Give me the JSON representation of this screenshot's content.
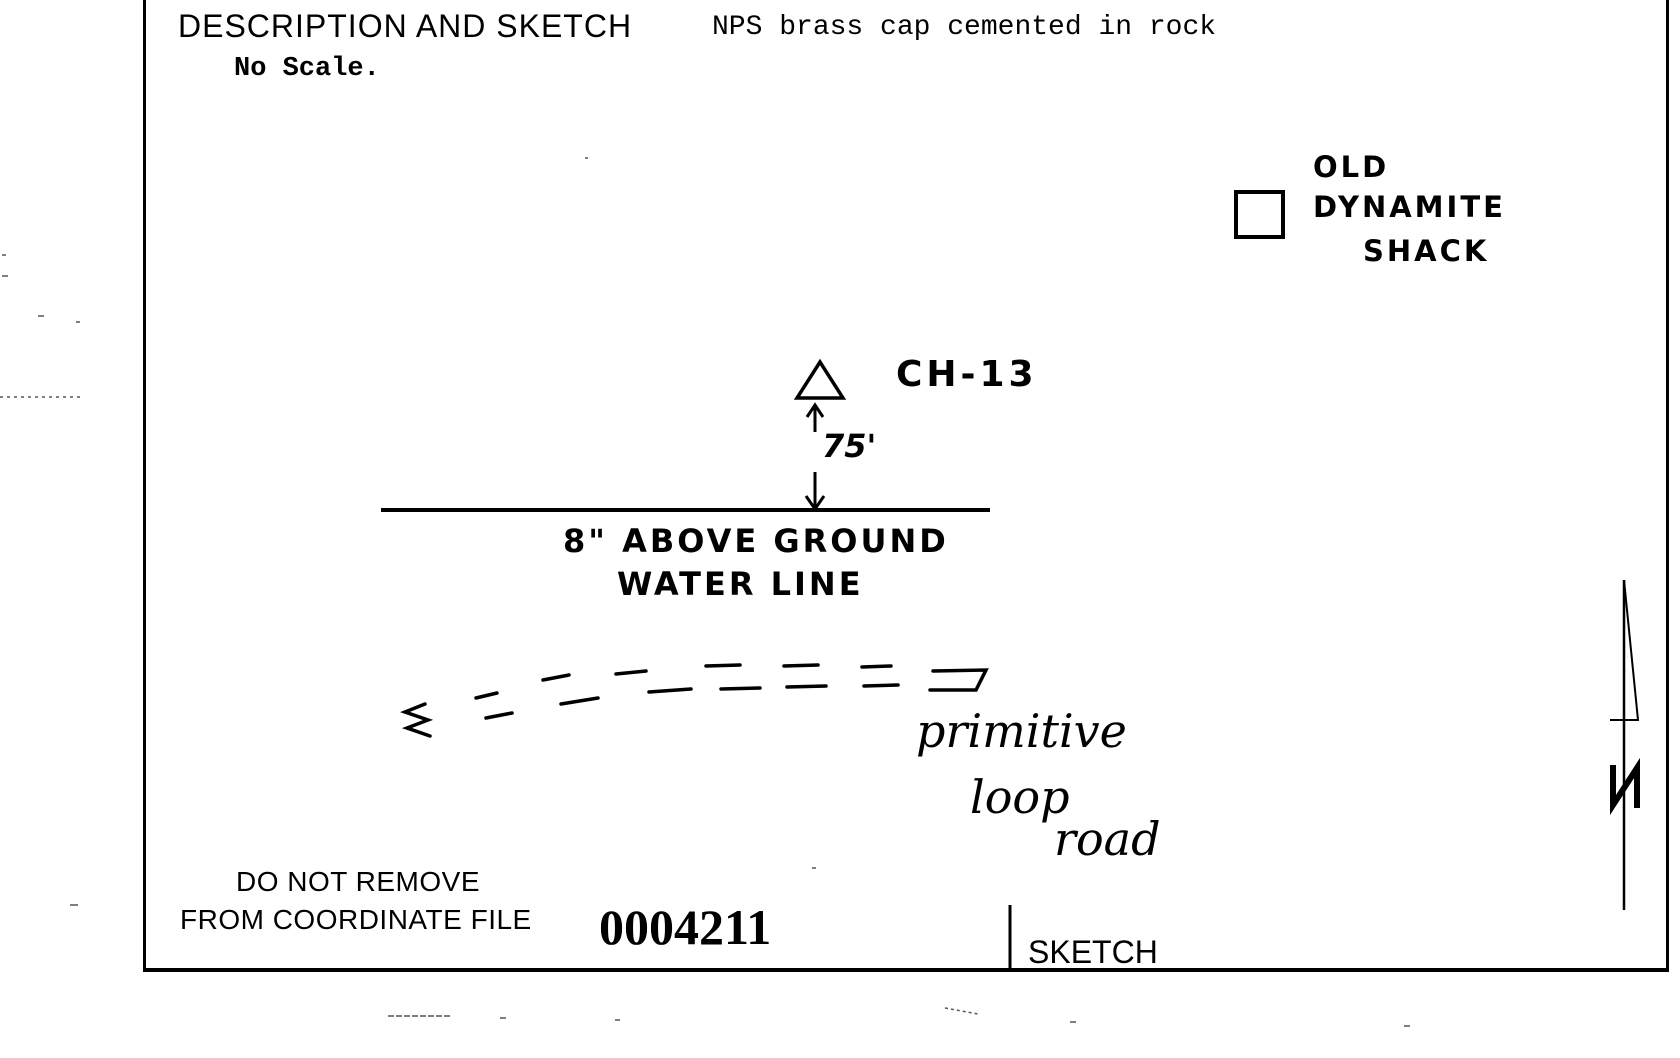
{
  "header": {
    "heading": "DESCRIPTION AND SKETCH",
    "description": "NPS brass cap cemented in rock",
    "scale_note": "No Scale."
  },
  "sketch": {
    "shack_label_line1": "OLD",
    "shack_label_line2": "DYNAMITE",
    "shack_label_line3": "SHACK",
    "station_label": "CH-13",
    "distance_label": "75'",
    "line_label_line1": "8\" ABOVE GROUND",
    "line_label_line2": "WATER LINE",
    "road_label_line1": "primitive",
    "road_label_line2": "loop",
    "road_label_line3": "road"
  },
  "footer": {
    "notice_line1": "DO NOT REMOVE",
    "notice_line2": "FROM COORDINATE FILE",
    "file_number": "0004211",
    "section_label": "SKETCH"
  }
}
